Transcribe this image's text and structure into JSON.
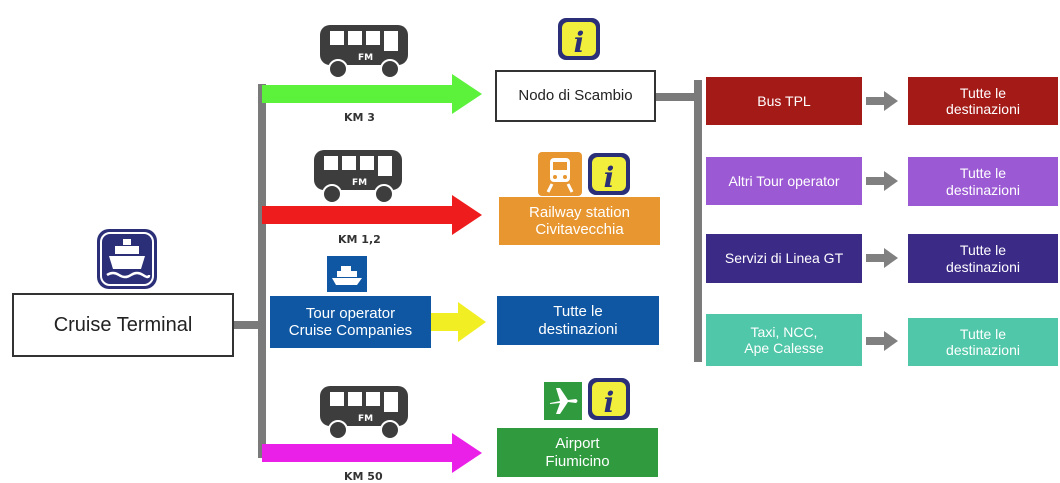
{
  "terminal": {
    "label": "Cruise Terminal",
    "icon": "cruise-ship-icon"
  },
  "routes": [
    {
      "id": "nodo",
      "km": "KM 3",
      "arrow_color": "#5cf23c",
      "transport_icon": "fm-bus-icon",
      "bus_label": "FM",
      "destination": "Nodo di Scambio",
      "dest_color": "#ffffff",
      "info": true
    },
    {
      "id": "railway",
      "km": "KM 1,2",
      "arrow_color": "#ee1c1c",
      "transport_icon": "fm-bus-icon",
      "bus_label": "FM",
      "destination_lines": [
        "Railway station",
        "Civitavecchia"
      ],
      "dest_color": "#e8962f",
      "info": true,
      "extra_icon": "train-icon"
    },
    {
      "id": "tour",
      "arrow_color": "#f2ee24",
      "source_lines": [
        "Tour operator",
        "Cruise Companies"
      ],
      "source_color": "#0f57a2",
      "destination_lines": [
        "Tutte le",
        "destinazioni"
      ],
      "dest_color": "#0f57a2",
      "extra_icon": "ship-icon"
    },
    {
      "id": "airport",
      "km": "KM 50",
      "arrow_color": "#ea1fe8",
      "transport_icon": "fm-bus-icon",
      "bus_label": "FM",
      "destination_lines": [
        "Airport",
        "Fiumicino"
      ],
      "dest_color": "#2f9a3e",
      "info": true,
      "extra_icon": "airplane-icon"
    }
  ],
  "services": [
    {
      "label_lines": [
        "Bus TPL"
      ],
      "color": "#a31a17",
      "dest_lines": [
        "Tutte le",
        "destinazioni"
      ]
    },
    {
      "label_lines": [
        "Altri Tour operator"
      ],
      "color": "#9b59d4",
      "dest_lines": [
        "Tutte le",
        "destinazioni"
      ]
    },
    {
      "label_lines": [
        "Servizi di Linea GT"
      ],
      "color": "#3c2a87",
      "dest_lines": [
        "Tutte le",
        "destinazioni"
      ]
    },
    {
      "label_lines": [
        "Taxi, NCC,",
        "Ape Calesse"
      ],
      "color": "#4fc7a8",
      "dest_lines": [
        "Tutte le",
        "destinazioni"
      ]
    }
  ],
  "colors": {
    "connector": "#7a7a7a",
    "arrow_gray": "#808080",
    "info_yellow": "#f2ee3c",
    "icon_navy": "#2a2f78"
  }
}
